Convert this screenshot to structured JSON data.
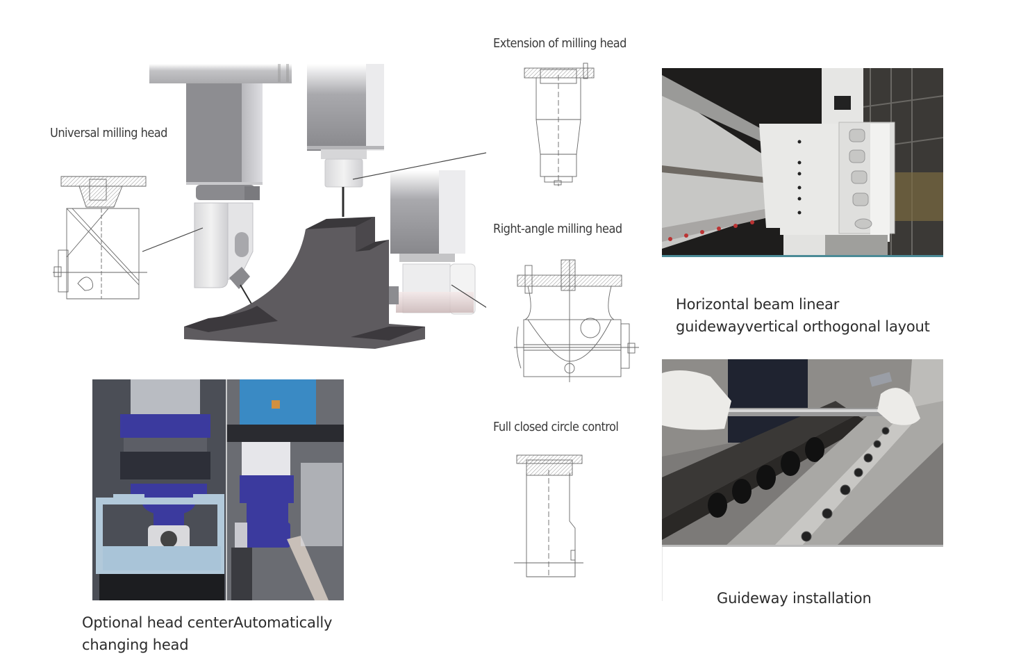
{
  "diagram": {
    "labels": {
      "universal": "Universal milling head",
      "extension": "Extension of milling head",
      "right_angle": "Right-angle milling  head",
      "full_closed": "Full closed circle  control"
    }
  },
  "photos": [
    {
      "name": "horizontal-beam-photo",
      "caption_lines": [
        "Horizontal beam linear",
        "guidewayvertical orthogonal layout"
      ]
    },
    {
      "name": "guideway-installation-photo",
      "caption_lines": [
        "Guideway installation"
      ]
    },
    {
      "name": "head-changing-photo",
      "caption_lines": [
        "Optional head centerAutomatically",
        "changing head"
      ]
    }
  ],
  "colors": {
    "casting": "#5e5b5f",
    "head_blue": "#3b3a9e",
    "frame_blue": "#a9c4d8",
    "teal_border": "#4a8a96"
  }
}
